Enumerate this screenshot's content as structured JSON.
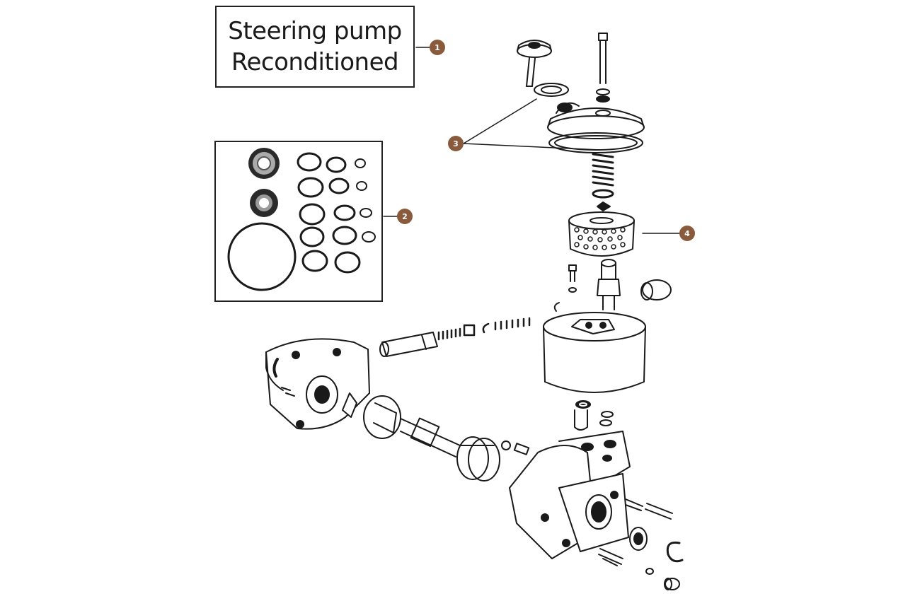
{
  "title": {
    "line1": "Steering pump",
    "line2": "Reconditioned"
  },
  "callouts": [
    {
      "label": "1"
    },
    {
      "label": "2"
    },
    {
      "label": "3"
    },
    {
      "label": "4"
    }
  ],
  "colors": {
    "callout": "#8a5a3c",
    "line": "#1a1a1a"
  }
}
